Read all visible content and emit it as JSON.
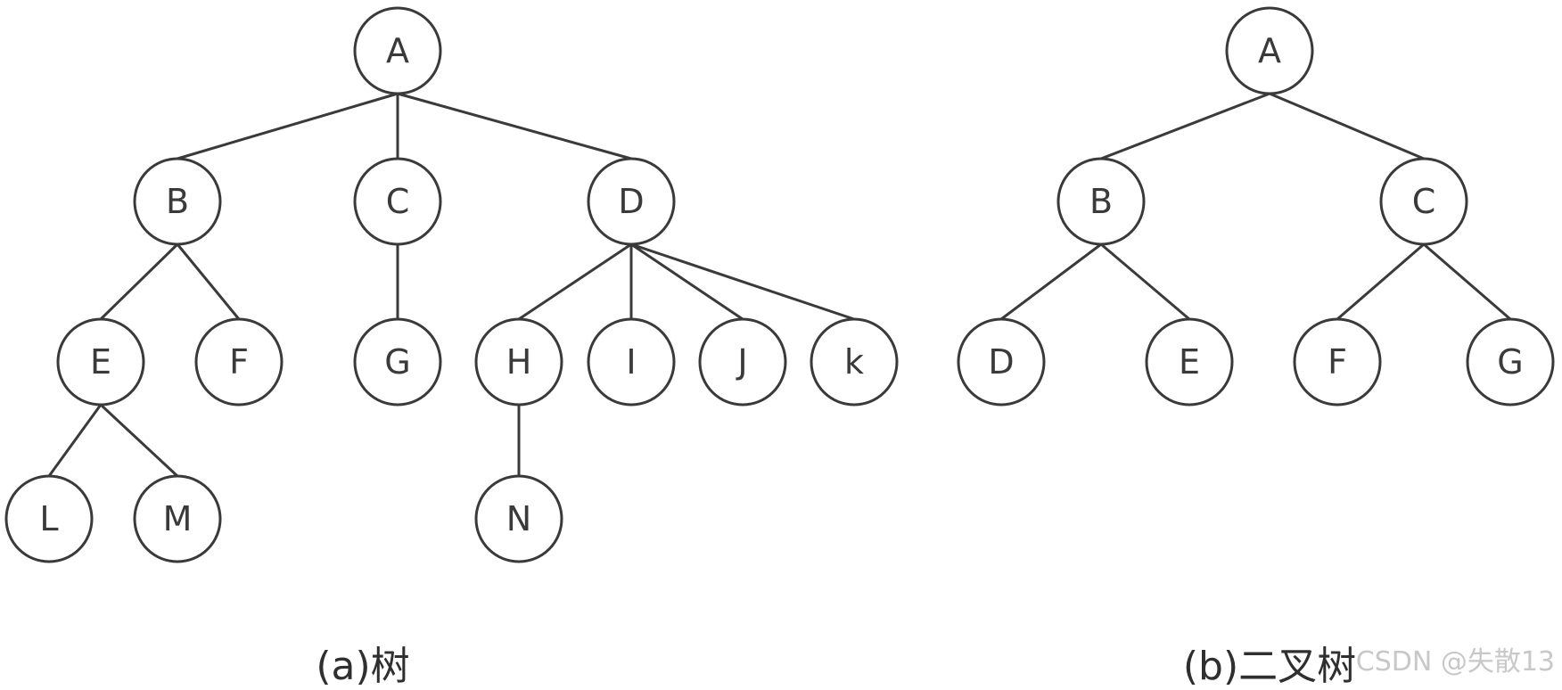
{
  "diagrams": [
    {
      "id": "tree",
      "caption": "(a)树",
      "nodes": [
        "A",
        "B",
        "C",
        "D",
        "E",
        "F",
        "G",
        "H",
        "I",
        "J",
        "k",
        "L",
        "M",
        "N"
      ],
      "edges": [
        [
          "A",
          "B"
        ],
        [
          "A",
          "C"
        ],
        [
          "A",
          "D"
        ],
        [
          "B",
          "E"
        ],
        [
          "B",
          "F"
        ],
        [
          "C",
          "G"
        ],
        [
          "D",
          "H"
        ],
        [
          "D",
          "I"
        ],
        [
          "D",
          "J"
        ],
        [
          "D",
          "k"
        ],
        [
          "E",
          "L"
        ],
        [
          "E",
          "M"
        ],
        [
          "H",
          "N"
        ]
      ]
    },
    {
      "id": "binary",
      "caption": "(b)二叉树",
      "nodes": [
        "A",
        "B",
        "C",
        "D",
        "E",
        "F",
        "G"
      ],
      "edges": [
        [
          "A",
          "B"
        ],
        [
          "A",
          "C"
        ],
        [
          "B",
          "D"
        ],
        [
          "B",
          "E"
        ],
        [
          "C",
          "F"
        ],
        [
          "C",
          "G"
        ]
      ]
    }
  ],
  "watermark": "CSDN @失散13"
}
